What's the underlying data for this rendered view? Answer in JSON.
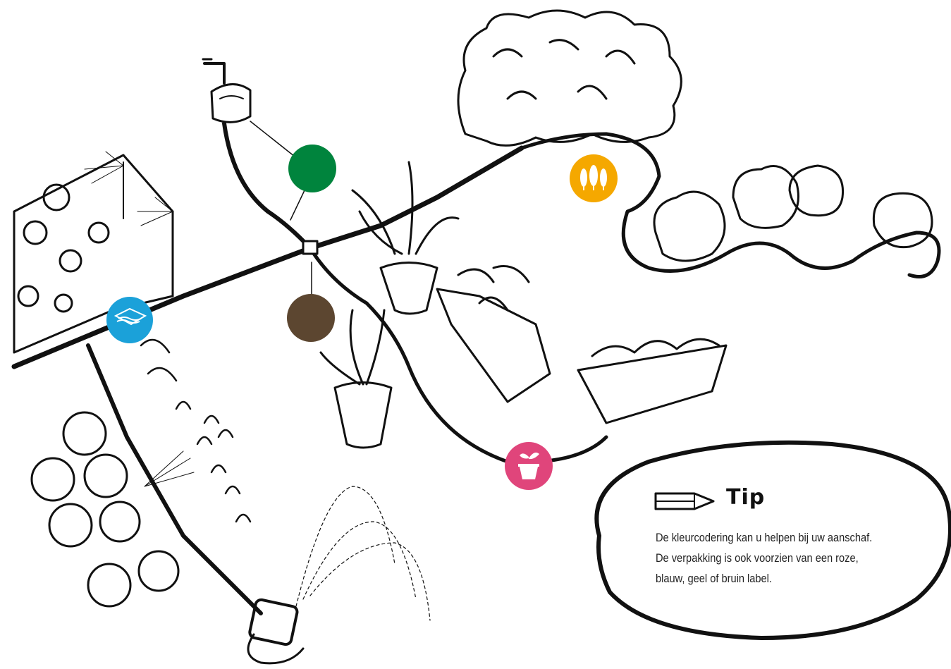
{
  "tip": {
    "title": "Tip",
    "lines": [
      "De kleurcodering kan u helpen bij uw aanschaf.",
      "De verpakking is ook voorzien van een roze,",
      "blauw, geel of bruin label."
    ]
  },
  "markers": [
    {
      "name": "green-marker",
      "color": "#00843d",
      "icon": null
    },
    {
      "name": "brown-marker",
      "color": "#5c4630",
      "icon": null
    },
    {
      "name": "blue-marker",
      "color": "#1ba1d9",
      "icon": "drip-mat-icon"
    },
    {
      "name": "yellow-marker",
      "color": "#f5a800",
      "icon": "trees-icon"
    },
    {
      "name": "pink-marker",
      "color": "#e0457b",
      "icon": "potted-plant-icon"
    }
  ],
  "colors": {
    "ink": "#111111",
    "background": "#ffffff"
  }
}
